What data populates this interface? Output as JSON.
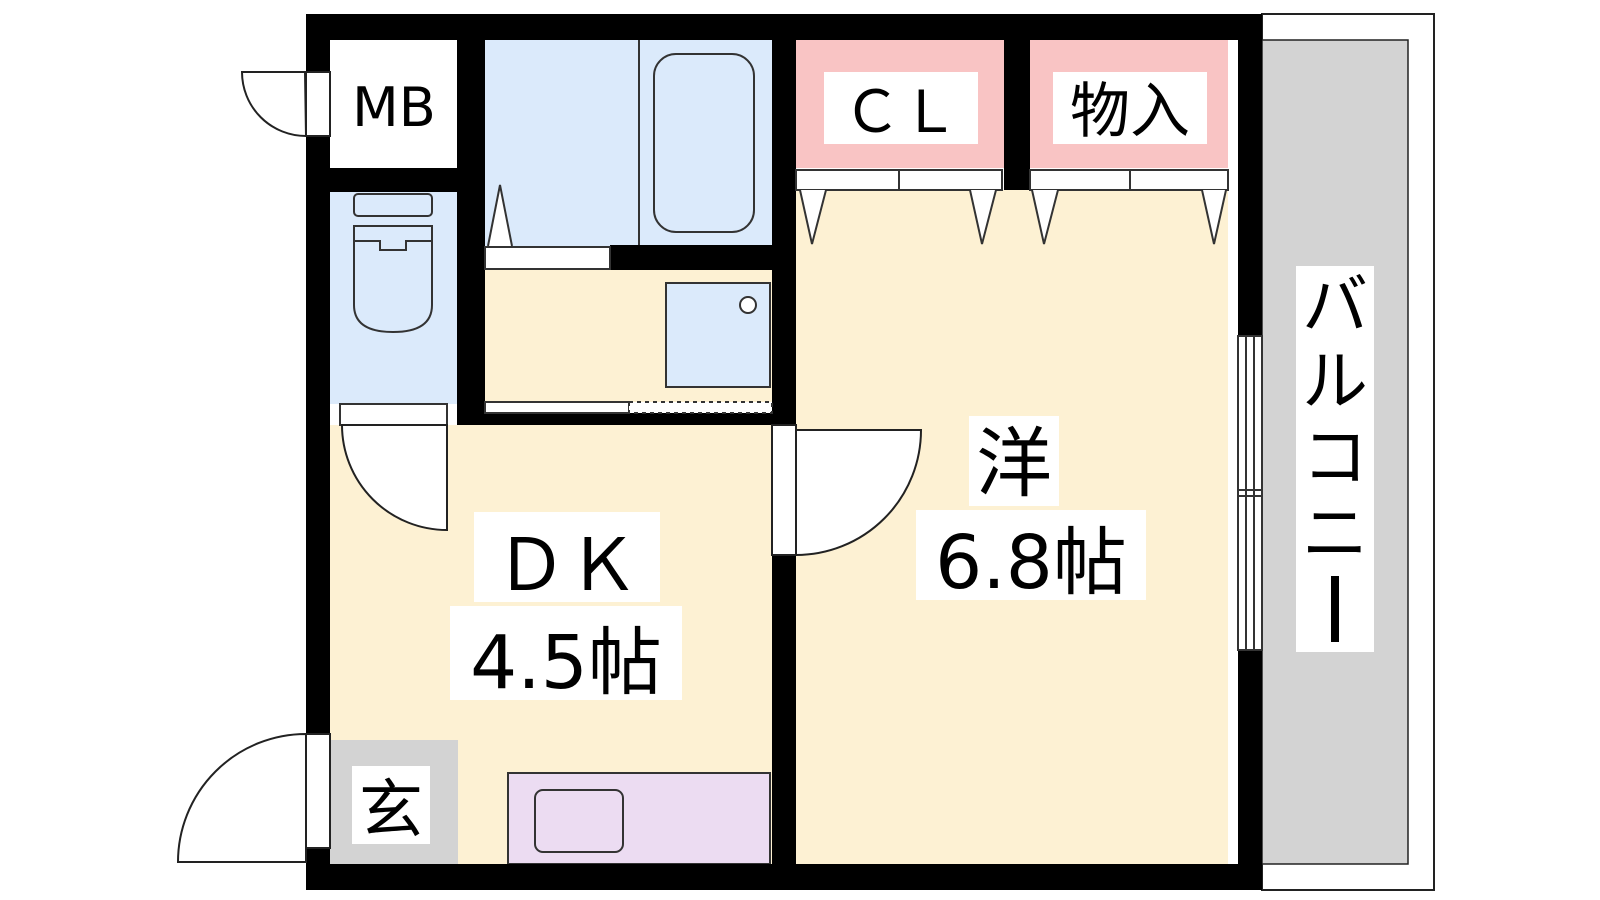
{
  "rooms": {
    "mb": "MB",
    "closet": "ＣＬ",
    "storage": "物入",
    "western_room_type": "洋",
    "western_room_size": "6.8帖",
    "dk_type": "ＤＫ",
    "dk_size": "4.5帖",
    "entrance": "玄",
    "balcony": [
      "バ",
      "ル",
      "コ",
      "ニ",
      "ー"
    ]
  },
  "colors": {
    "wall": "#000000",
    "wet_area": "#dbeafb",
    "room_floor": "#fdf1d3",
    "closet": "#f9c4c4",
    "balcony": "#d3d3d3",
    "entrance": "#d3d3d3",
    "kitchen": "#ecdcf2"
  }
}
